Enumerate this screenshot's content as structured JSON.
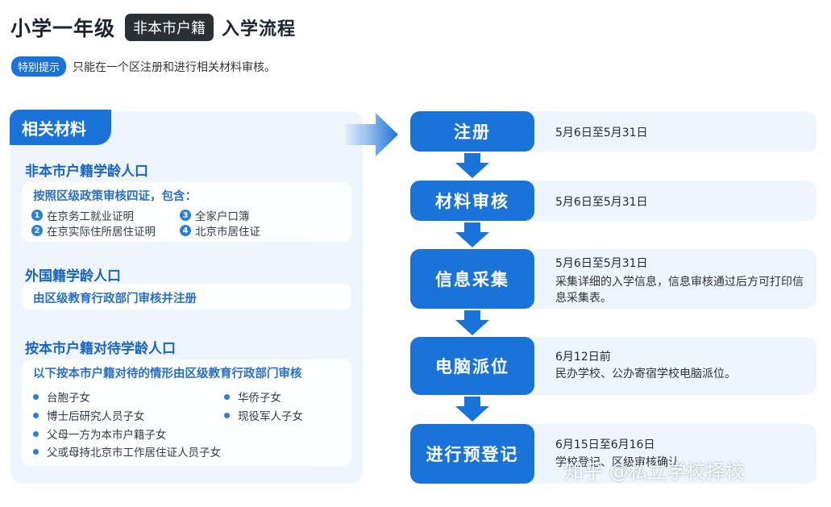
{
  "header": {
    "title_main": "小学一年级",
    "title_pill": "非本市户籍",
    "title_tail": "入学流程",
    "tip_badge": "特别提示",
    "tip_text": "只能在一个区注册和进行相关材料审核。"
  },
  "materials": {
    "tab_label": "相关材料",
    "section1": {
      "title": "非本市户籍学龄人口",
      "box_head": "按照区级政策审核四证，包含：",
      "items": [
        {
          "num": "1",
          "text": "在京务工就业证明"
        },
        {
          "num": "3",
          "text": "全家户口簿"
        },
        {
          "num": "2",
          "text": "在京实际住所居住证明"
        },
        {
          "num": "4",
          "text": "北京市居住证"
        }
      ]
    },
    "section2": {
      "title": "外国籍学龄人口",
      "box_head": "由区级教育行政部门审核并注册"
    },
    "section3": {
      "title": "按本市户籍对待学龄人口",
      "box_head": "以下按本市户籍对待的情形由区级教育行政部门审核",
      "items": [
        "台胞子女",
        "华侨子女",
        "博士后研究人员子女",
        "现役军人子女",
        "父母一方为本市户籍子女",
        "父或母持北京市工作居住证人员子女"
      ]
    }
  },
  "steps": [
    {
      "label": "注册",
      "date": "5月6日至5月31日",
      "desc": ""
    },
    {
      "label": "材料审核",
      "date": "5月6日至5月31日",
      "desc": ""
    },
    {
      "label": "信息采集",
      "date": "5月6日至5月31日",
      "desc": "采集详细的入学信息，信息审核通过后方可打印信息采集表。"
    },
    {
      "label": "电脑派位",
      "date": "6月12日前",
      "desc": "民办学校、公办寄宿学校电脑派位。"
    },
    {
      "label": "进行预登记",
      "date": "6月15日至6月16日",
      "desc": "学校登记、区级审核确认"
    }
  ],
  "colors": {
    "accent": "#1a73d9",
    "panel_bg": "#eef5fd",
    "pill_bg": "#2b2f36"
  },
  "watermark": "知乎 @私立学校择校"
}
